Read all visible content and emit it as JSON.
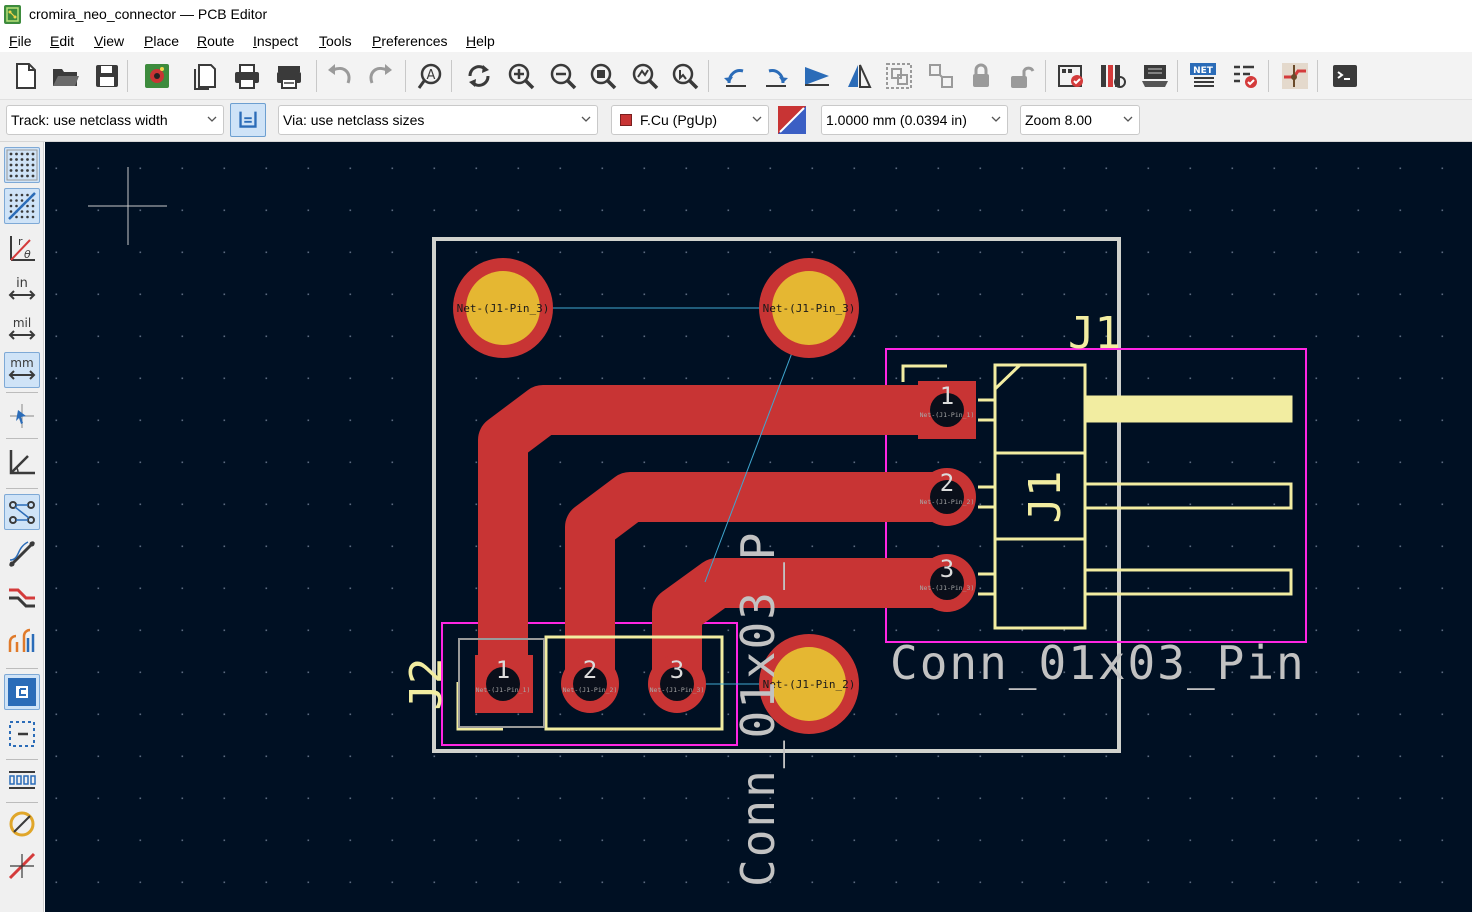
{
  "window": {
    "title": "cromira_neo_connector — PCB Editor"
  },
  "menubar": [
    {
      "label": "File",
      "mnemonic": "F",
      "rest": "ile"
    },
    {
      "label": "Edit",
      "mnemonic": "E",
      "rest": "dit"
    },
    {
      "label": "View",
      "mnemonic": "V",
      "rest": "iew"
    },
    {
      "label": "Place",
      "mnemonic": "P",
      "rest": "lace"
    },
    {
      "label": "Route",
      "mnemonic": "R",
      "rest": "oute"
    },
    {
      "label": "Inspect",
      "mnemonic": "I",
      "rest": "nspect"
    },
    {
      "label": "Tools",
      "mnemonic": "T",
      "rest": "ools"
    },
    {
      "label": "Preferences",
      "mnemonic": "P",
      "rest": "references"
    },
    {
      "label": "Help",
      "mnemonic": "H",
      "rest": "elp"
    }
  ],
  "toolbar": {
    "icons": [
      "new-board-icon",
      "open-icon",
      "save-icon",
      "board-setup-icon",
      "page-settings-icon",
      "print-icon",
      "plot-icon",
      "undo-icon",
      "redo-icon",
      "find-icon",
      "refresh-icon",
      "zoom-in-icon",
      "zoom-out-icon",
      "zoom-fit-icon",
      "zoom-objects-icon",
      "zoom-selection-icon",
      "rotate-ccw-icon",
      "rotate-cw-icon",
      "flip-icon",
      "mirror-icon",
      "group-icon",
      "ungroup-icon",
      "lock-icon",
      "unlock-icon",
      "footprint-editor-icon",
      "footprint-browser-icon",
      "3d-viewer-icon",
      "netlist-icon",
      "drc-icon",
      "interactive-router-icon",
      "scripting-console-icon"
    ]
  },
  "auxbar": {
    "track_width": "Track: use netclass width",
    "via_size": "Via: use netclass sizes",
    "layer": "F.Cu (PgUp)",
    "layer_color": "#c83434",
    "grid": "1.0000 mm (0.0394 in)",
    "zoom": "Zoom 8.00"
  },
  "left_toolbar": {
    "buttons": [
      {
        "name": "grid-dots-icon",
        "active": true
      },
      {
        "name": "grid-overrides-icon",
        "active": true
      },
      {
        "name": "polar-coords-icon",
        "active": false
      },
      {
        "name": "units-inches-icon",
        "label": "in",
        "active": false
      },
      {
        "name": "units-mils-icon",
        "label": "mil",
        "active": false
      },
      {
        "name": "units-mm-icon",
        "label": "mm",
        "active": true
      },
      {
        "name": "full-crosshair-icon",
        "active": false
      },
      {
        "name": "track-angle-icon",
        "active": false
      },
      {
        "name": "show-ratsnest-icon",
        "active": true
      },
      {
        "name": "curved-ratsnest-icon",
        "active": false
      },
      {
        "name": "net-highlight-icon",
        "active": false
      },
      {
        "name": "high-contrast-icon",
        "active": false
      },
      {
        "name": "zone-fill-icon",
        "active": true
      },
      {
        "name": "zone-outline-icon",
        "active": false
      },
      {
        "name": "pad-sketch-icon",
        "active": false
      },
      {
        "name": "via-sketch-icon",
        "active": false
      },
      {
        "name": "track-sketch-icon",
        "active": false
      }
    ]
  },
  "board": {
    "colors": {
      "background": "#001023",
      "edge_cuts": "#d0d2cd",
      "copper": "#c83434",
      "pad_hole": "#e5b732",
      "silkscreen": "#f2eda1",
      "courtyard": "#ff26e2",
      "fab_text": "#c2c2c2",
      "ratsnest": "#32a0c8"
    },
    "mounting_holes": [
      {
        "net": "Net-(J1-Pin_3)"
      },
      {
        "net": "Net-(J1-Pin_3)"
      },
      {
        "net": "Net-(J1-Pin_2)"
      }
    ],
    "j1": {
      "reference": "J1",
      "value": "Conn_01x03_Pin",
      "pads": [
        {
          "number": "1",
          "net": "Net-(J1-Pin_1)"
        },
        {
          "number": "2",
          "net": "Net-(J1-Pin_2)"
        },
        {
          "number": "3",
          "net": "Net-(J1-Pin_3)"
        }
      ]
    },
    "j2": {
      "reference": "J2",
      "value": "Conn_01x03_P",
      "pads": [
        {
          "number": "1",
          "net": "Net-(J1-Pin_1)"
        },
        {
          "number": "2",
          "net": "Net-(J1-Pin_2)"
        },
        {
          "number": "3",
          "net": "Net-(J1-Pin_3)"
        }
      ]
    }
  }
}
